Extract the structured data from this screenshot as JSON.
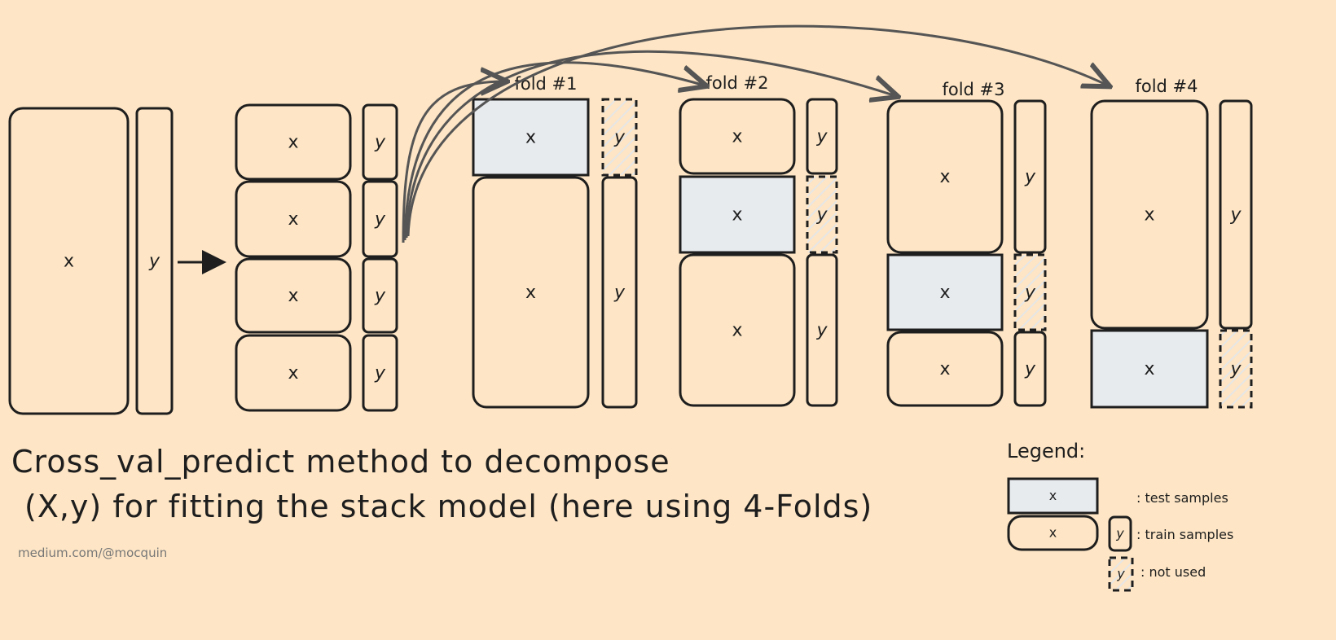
{
  "title_line1": "Cross_val_predict method to decompose",
  "title_line2": "(X,y) for fitting the stack model (here using 4-Folds)",
  "credit": "medium.com/@mocquin",
  "x_label": "x",
  "y_label": "y",
  "folds": [
    {
      "label": "fold #1",
      "test_index": 0
    },
    {
      "label": "fold #2",
      "test_index": 1
    },
    {
      "label": "fold #3",
      "test_index": 2
    },
    {
      "label": "fold #4",
      "test_index": 3
    }
  ],
  "legend": {
    "title": "Legend:",
    "test": ": test samples",
    "train": ": train samples",
    "not_used": ": not used"
  },
  "colors": {
    "background": "#fde5c5",
    "test_fill": "#e8ebee",
    "stroke": "#1e1e1e",
    "arrow": "#555555"
  }
}
